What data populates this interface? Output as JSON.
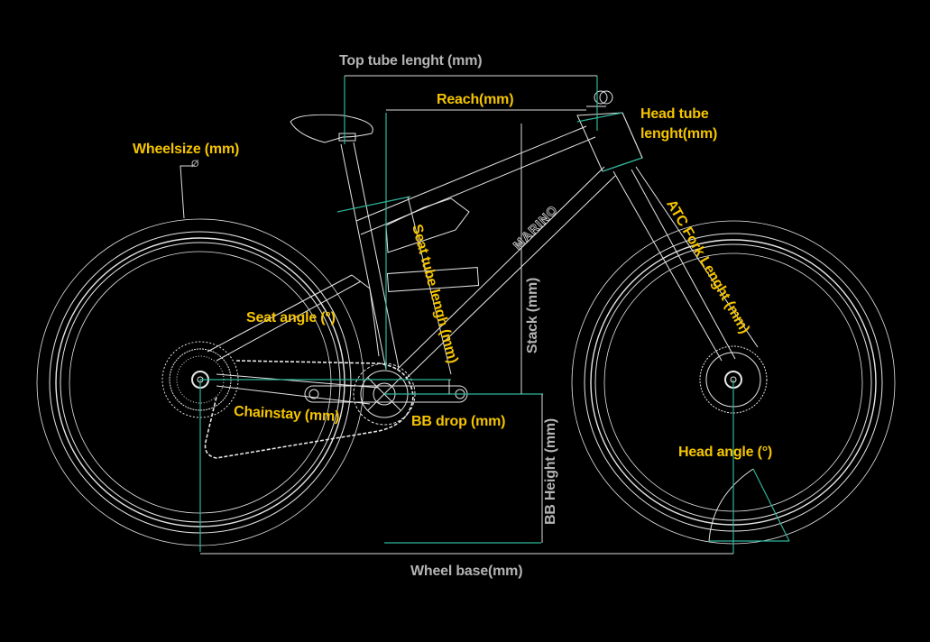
{
  "diagram": {
    "title": "Bicycle frame geometry",
    "brand_on_frame": "MARINO",
    "colors": {
      "background": "#000000",
      "line": "#e6e6e6",
      "guide": "#2fb59a",
      "label_primary": "#f5c400",
      "label_secondary": "#b4b4b4"
    },
    "labels": {
      "top_tube": "Top tube lenght (mm)",
      "reach": "Reach(mm)",
      "head_tube_line1": "Head tube",
      "head_tube_line2": "lenght(mm)",
      "wheelsize": "Wheelsize (mm)",
      "diameter_symbol": "Ø",
      "seat_tube": "Seat tube lengh (mm)",
      "stack": "Stack (mm)",
      "atc_fork": "ATC Fork Lenght (mm)",
      "seat_angle": "Seat angle (°)",
      "chainstay": "Chainstay (mm)",
      "bb_drop": "BB drop (mm)",
      "bb_height": "BB Height (mm)",
      "head_angle": "Head angle (°)",
      "wheel_base": "Wheel base(mm)"
    }
  }
}
